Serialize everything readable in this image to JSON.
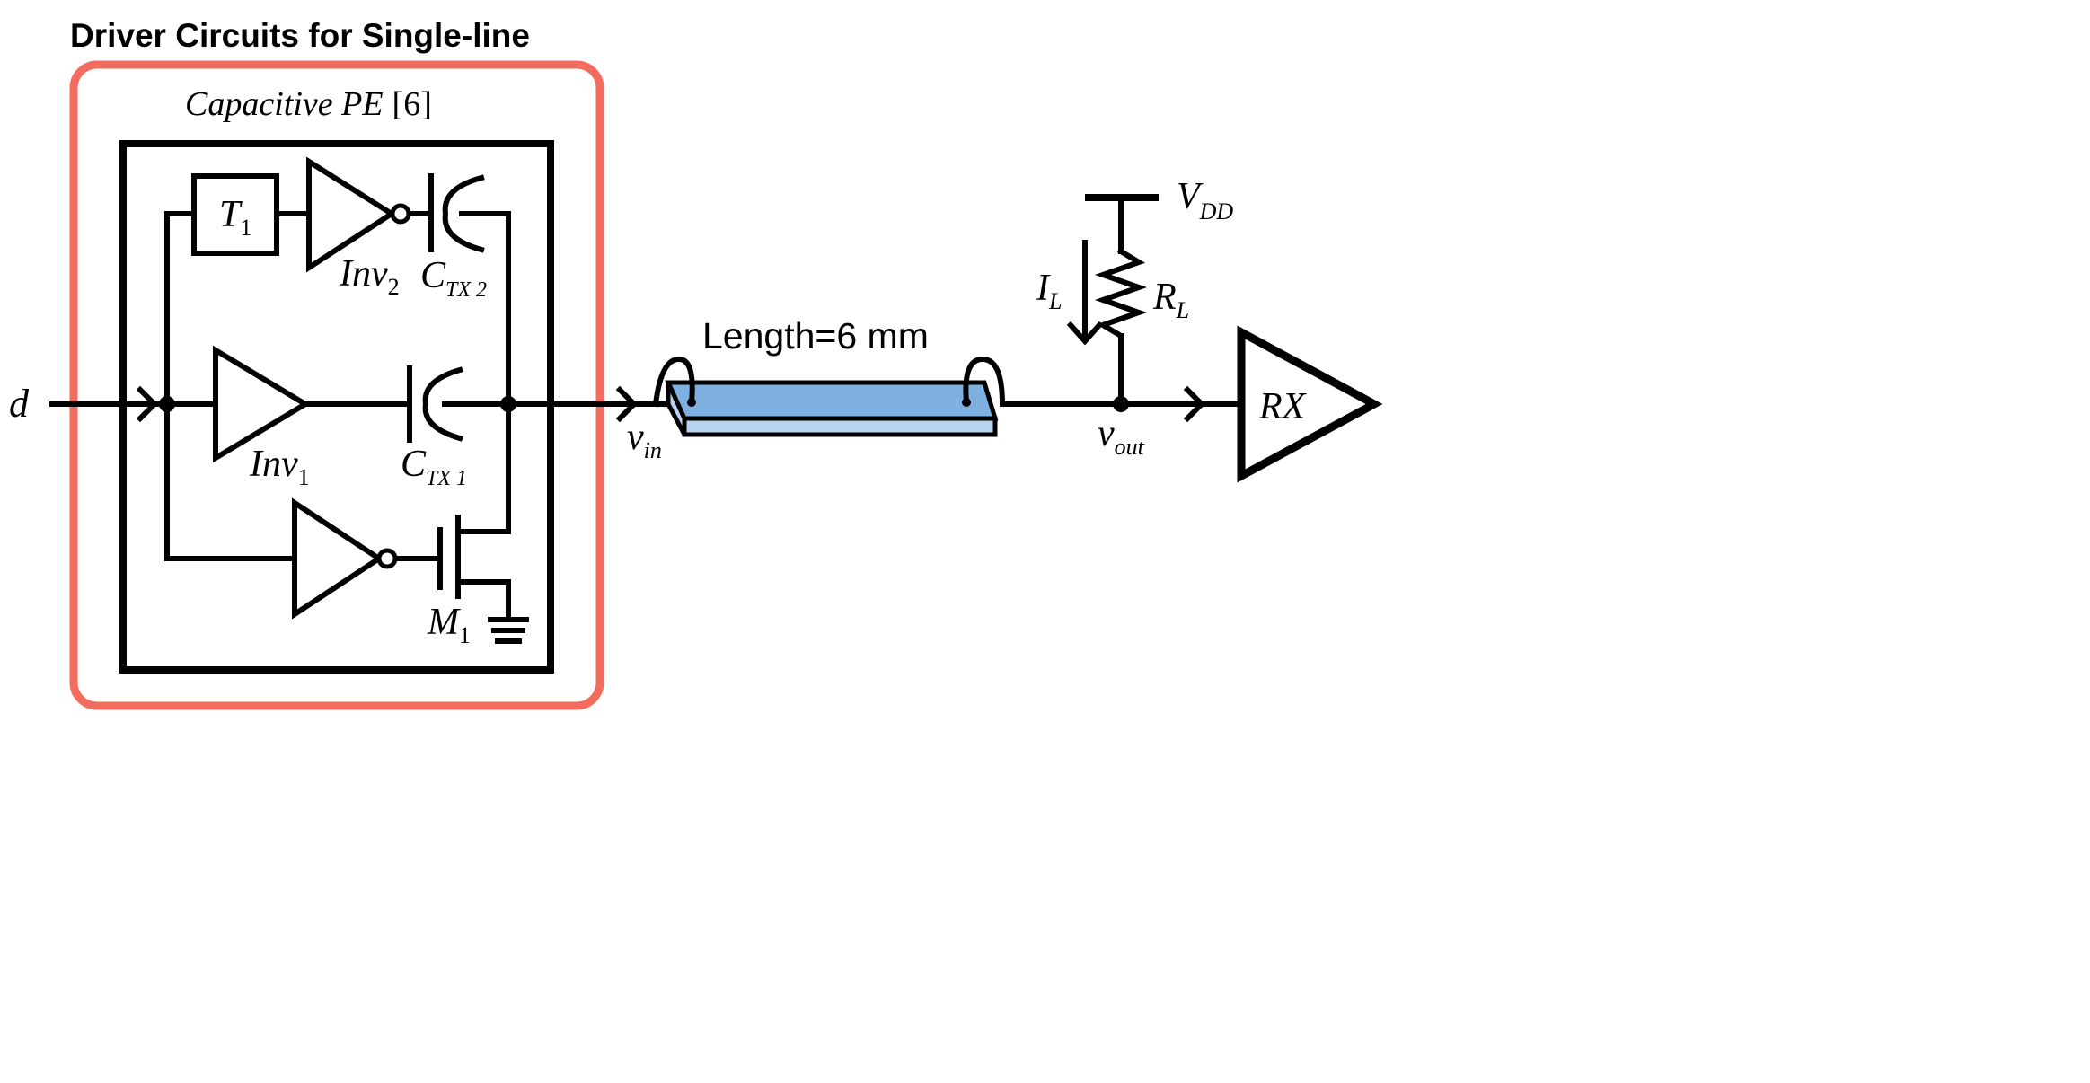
{
  "title": "Driver Circuits for Single-line",
  "colors": {
    "highlight_border": "#f26d5e",
    "line_top": "#7eb0e2",
    "line_front": "#b7d3f0",
    "ink": "#000000"
  },
  "driver_block": {
    "label_italic": "Capacitive PE",
    "label_ref": "[6]",
    "delay": {
      "base": "T",
      "sub": "1"
    },
    "inv2": {
      "base": "Inv",
      "sub": "2"
    },
    "ctx2": {
      "base": "C",
      "sub": "TX 2"
    },
    "inv1": {
      "base": "Inv",
      "sub": "1"
    },
    "ctx1": {
      "base": "C",
      "sub": "TX 1"
    },
    "m1": {
      "base": "M",
      "sub": "1"
    }
  },
  "input_label": "d",
  "vin": {
    "base": "v",
    "sub": "in"
  },
  "channel_label": "Length=6 mm",
  "vdd": {
    "base": "V",
    "sub": "DD"
  },
  "il": {
    "base": "I",
    "sub": "L"
  },
  "rl": {
    "base": "R",
    "sub": "L"
  },
  "vout": {
    "base": "v",
    "sub": "out"
  },
  "receiver_label": "RX",
  "icons": [
    "ground-icon",
    "resistor-icon",
    "capacitor-icon",
    "inverter-icon",
    "buffer-icon",
    "transistor-icon"
  ]
}
